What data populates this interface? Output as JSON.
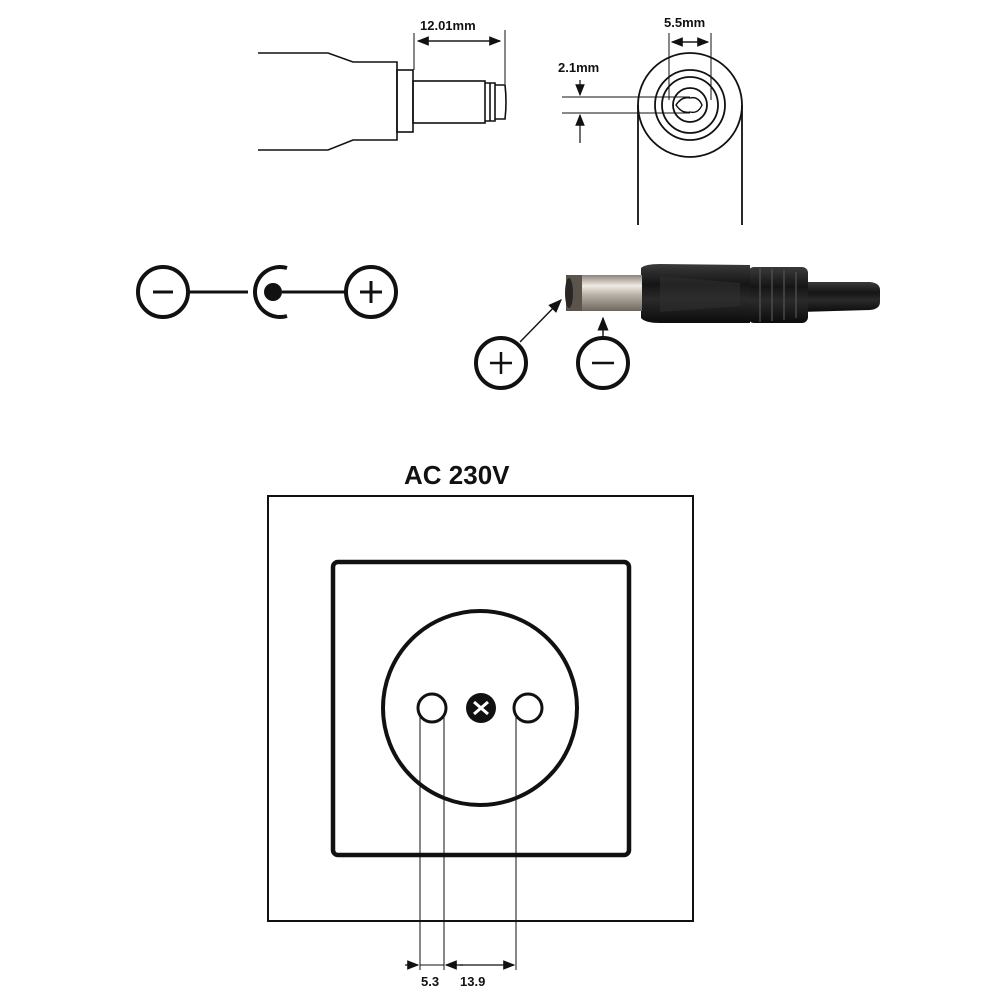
{
  "plug_side_view": {
    "length_label": "12.01mm"
  },
  "plug_end_view": {
    "outer_diameter_label": "5.5mm",
    "inner_diameter_label": "2.1mm"
  },
  "polarity_symbol": {
    "left_terminal": "negative",
    "center": "center-positive barrel symbol",
    "right_terminal": "positive"
  },
  "plug_photo": {
    "tip_polarity": "positive",
    "sleeve_polarity": "negative"
  },
  "socket": {
    "title": "AC 230V",
    "pin_diameter_label": "5.3",
    "pin_spacing_label": "13.9"
  },
  "colors": {
    "line": "#111111",
    "background": "#ffffff",
    "metal": "#c9c4bd",
    "plastic": "#1c1c1c"
  }
}
